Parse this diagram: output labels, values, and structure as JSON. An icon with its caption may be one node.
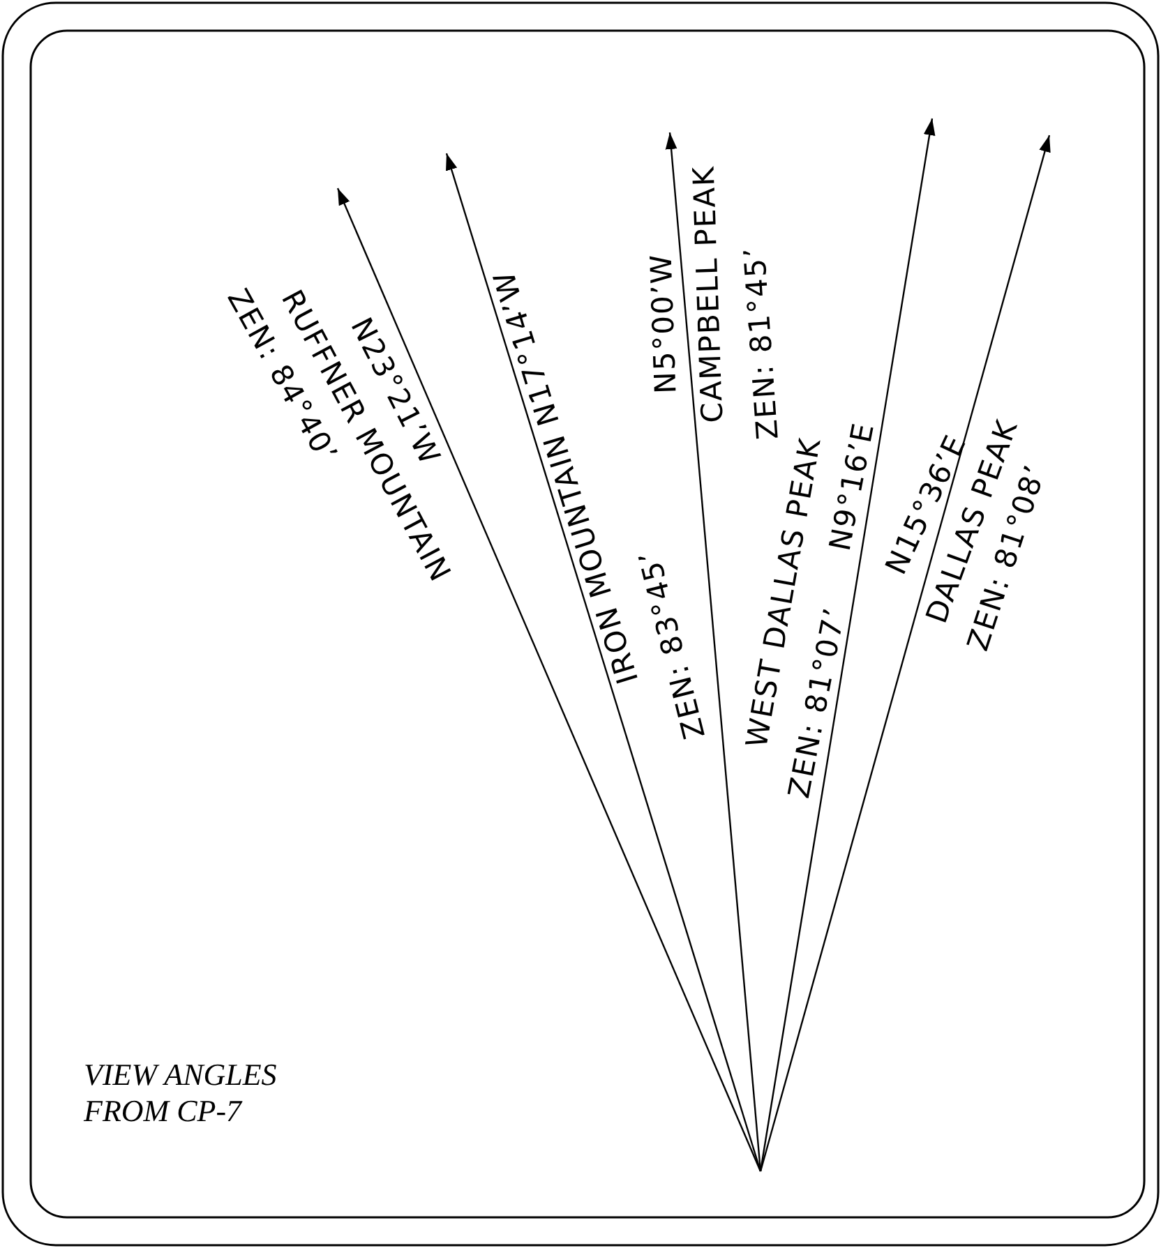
{
  "diagram": {
    "caption": "VIEW ANGLES FROM CP-7",
    "labels": [
      "N23°21’W",
      "RUFFNER MOUNTAIN",
      "ZEN: 84°40’",
      "IRON MOUNTAIN N17°14’W",
      "ZEN: 83°45’",
      "N5°00’W",
      "CAMPBELL PEAK",
      "ZEN: 81°45’",
      "WEST DALLAS PEAK",
      "ZEN: 81°07’",
      "N9°16’E",
      "N15°36’E",
      "DALLAS PEAK",
      "ZEN: 81°08’"
    ]
  }
}
